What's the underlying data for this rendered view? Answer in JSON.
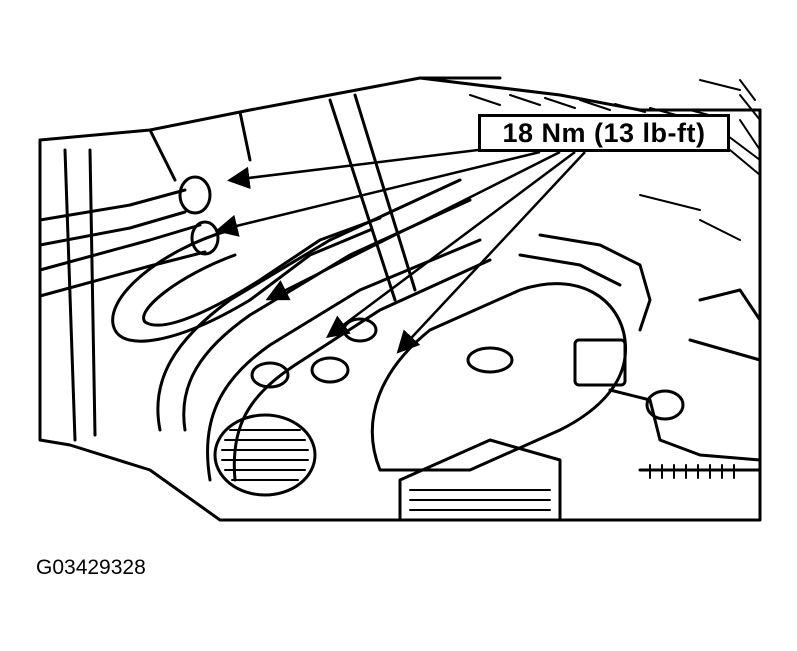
{
  "callout": {
    "torque_label": "18 Nm (13 lb-ft)"
  },
  "figure": {
    "id": "G03429328"
  },
  "colors": {
    "ink": "#000000",
    "paper": "#ffffff"
  },
  "icons": {
    "arrows": "leader-arrow"
  }
}
